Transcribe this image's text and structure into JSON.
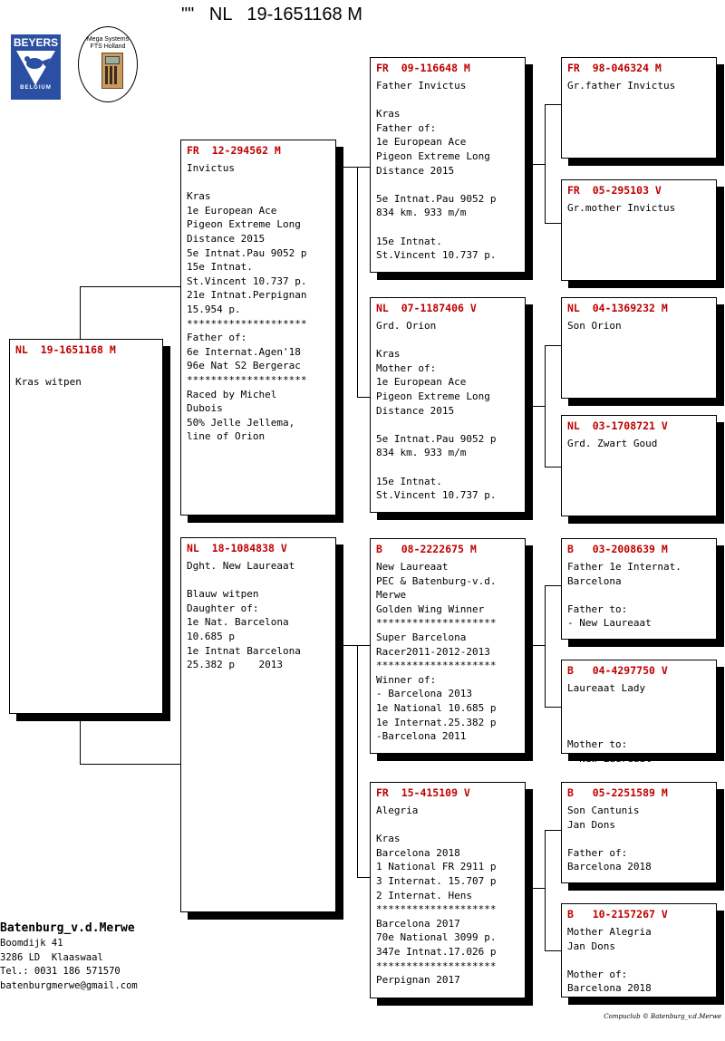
{
  "title": "\"\"   NL   19-1651168 M",
  "logos": {
    "beyers_top": "BEYERS",
    "beyers_bottom": "BELGIUM",
    "mega_line1": "Mega Systems",
    "mega_line2": "FTS   Holland"
  },
  "pigeons": {
    "p0": {
      "header": "NL  19-1651168 M",
      "body": "\nKras witpen"
    },
    "p1": {
      "header": "FR  12-294562 M",
      "body": "Invictus\n\nKras\n1e European Ace\nPigeon Extreme Long\nDistance 2015\n5e Intnat.Pau 9052 p\n15e Intnat.\nSt.Vincent 10.737 p.\n21e Intnat.Perpignan\n15.954 p.\n********************\nFather of:\n6e Internat.Agen'18\n96e Nat S2 Bergerac\n********************\nRaced by Michel\nDubois\n50% Jelle Jellema,\nline of Orion"
    },
    "p2": {
      "header": "NL  18-1084838 V",
      "body": "Dght. New Laureaat\n\nBlauw witpen\nDaughter of:\n1e Nat. Barcelona\n10.685 p\n1e Intnat Barcelona\n25.382 p    2013"
    },
    "p3": {
      "header": "FR  09-116648 M",
      "body": "Father Invictus\n\nKras\nFather of:\n1e European Ace\nPigeon Extreme Long\nDistance 2015\n\n5e Intnat.Pau 9052 p\n834 km. 933 m/m\n\n15e Intnat.\nSt.Vincent 10.737 p."
    },
    "p4": {
      "header": "NL  07-1187406 V",
      "body": "Grd. Orion\n\nKras\nMother of:\n1e European Ace\nPigeon Extreme Long\nDistance 2015\n\n5e Intnat.Pau 9052 p\n834 km. 933 m/m\n\n15e Intnat.\nSt.Vincent 10.737 p."
    },
    "p5": {
      "header": "B   08-2222675 M",
      "body": "New Laureaat\nPEC & Batenburg-v.d.\nMerwe\nGolden Wing Winner\n********************\nSuper Barcelona\nRacer2011-2012-2013\n********************\nWinner of:\n- Barcelona 2013\n1e National 10.685 p\n1e Internat.25.382 p\n-Barcelona 2011"
    },
    "p6": {
      "header": "FR  15-415109 V",
      "body": "Alegria\n\nKras\nBarcelona 2018\n1 National FR 2911 p\n3 Internat. 15.707 p\n2 Internat. Hens\n********************\nBarcelona 2017\n70e National 3099 p.\n347e Intnat.17.026 p\n********************\nPerpignan 2017"
    },
    "p7": {
      "header": "FR  98-046324 M",
      "body": "Gr.father Invictus"
    },
    "p8": {
      "header": "FR  05-295103 V",
      "body": "Gr.mother Invictus"
    },
    "p9": {
      "header": "NL  04-1369232 M",
      "body": "Son Orion"
    },
    "p10": {
      "header": "NL  03-1708721 V",
      "body": "Grd. Zwart Goud"
    },
    "p11": {
      "header": "B   03-2008639 M",
      "body": "Father 1e Internat.\nBarcelona\n\nFather to:\n- New Laureaat"
    },
    "p12": {
      "header": "B   04-4297750 V",
      "body": "Laureaat Lady\n\n\n\nMother to:\n- New Laureaat"
    },
    "p13": {
      "header": "B   05-2251589 M",
      "body": "Son Cantunis\nJan Dons\n\nFather of:\nBarcelona 2018"
    },
    "p14": {
      "header": "B   10-2157267 V",
      "body": "Mother Alegria\nJan Dons\n\nMother of:\nBarcelona 2018"
    }
  },
  "owner": {
    "name": "Batenburg_v.d.Merwe",
    "address": "Boomdijk 41",
    "city": "3286 LD  Klaaswaal",
    "phone": "Tel.: 0031 186 571570",
    "email": "batenburgmerwe@gmail.com"
  },
  "footer": "Compuclub © Batenburg_v.d.Merwe"
}
